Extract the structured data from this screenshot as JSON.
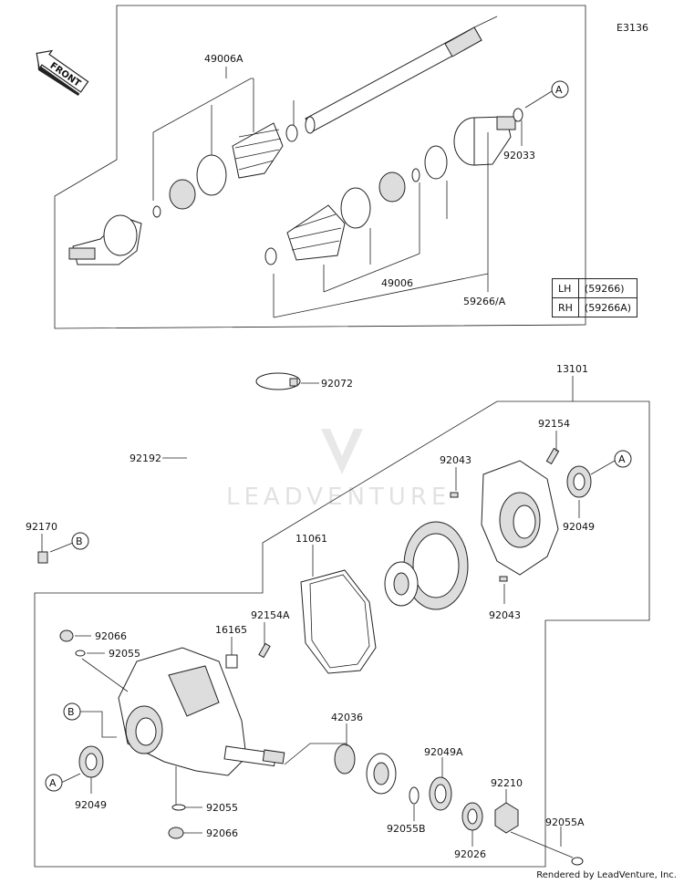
{
  "diagram_code": "E3136",
  "front_label": "FRONT",
  "watermark": "LEADVENTURE",
  "credit": "Rendered by LeadVenture, Inc.",
  "legend": [
    {
      "side": "LH",
      "part": "(59266)"
    },
    {
      "side": "RH",
      "part": "(59266A)"
    }
  ],
  "ref_marks": {
    "a": "A",
    "b": "B"
  },
  "labels": {
    "p49006A": "49006A",
    "p92033": "92033",
    "p49006": "49006",
    "p59266A": "59266/A",
    "p13101": "13101",
    "p92072": "92072",
    "p92192": "92192",
    "p92170": "92170",
    "p92154": "92154",
    "p92043a": "92043",
    "p92049a": "92049",
    "p11061": "11061",
    "p92043b": "92043",
    "p92066a": "92066",
    "p92055a": "92055",
    "p16165": "16165",
    "p92154A": "92154A",
    "p42036": "42036",
    "p92049A": "92049A",
    "p92210": "92210",
    "p92049b": "92049",
    "p92055b": "92055",
    "p92066b": "92066",
    "p92055B": "92055B",
    "p92026": "92026",
    "p92055A": "92055A"
  }
}
